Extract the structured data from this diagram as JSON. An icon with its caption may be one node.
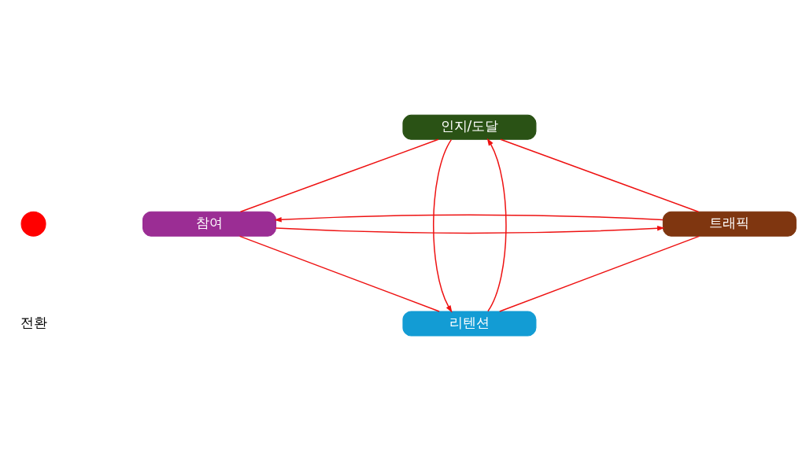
{
  "diagram": {
    "nodes": [
      {
        "text": [
          "인지/도달"
        ]
      },
      {
        "text": [
          "트래픽"
        ]
      },
      {
        "text": [],
        "shape": "circle"
      },
      {
        "text": [
          "참여"
        ]
      },
      {
        "text": [
          "리텐션"
        ]
      }
    ],
    "edges": [
      {
        "from": 4,
        "to": 0,
        "arrow": "to"
      },
      {
        "from": 0,
        "to": 4,
        "arrow": "to"
      },
      {
        "from": 3,
        "to": 1,
        "arrow": "to"
      },
      {
        "from": 1,
        "to": 3,
        "arrow": "to"
      },
      {
        "from": 0,
        "to": 3,
        "arrow": "none"
      },
      {
        "from": 3,
        "to": 4,
        "arrow": "none"
      },
      {
        "from": 4,
        "to": 1,
        "arrow": "none"
      },
      {
        "from": 1,
        "to": 0,
        "arrow": "none"
      }
    ],
    "labels": [
      "전환"
    ]
  }
}
